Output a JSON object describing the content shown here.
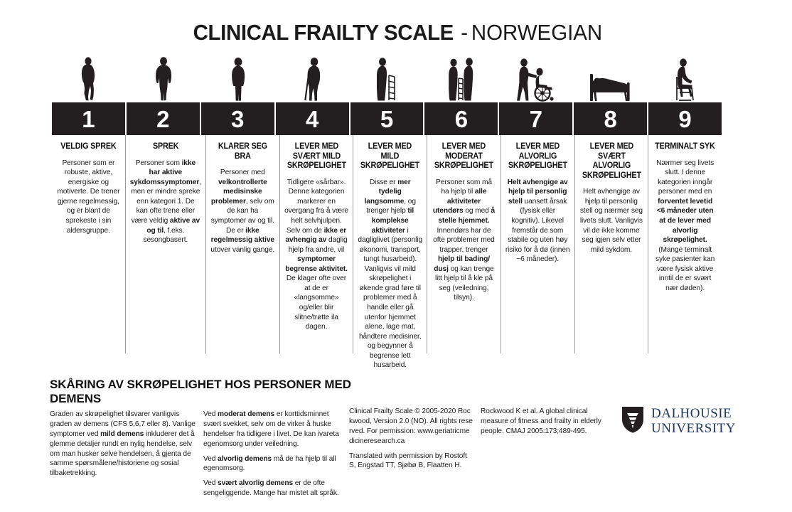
{
  "title": {
    "bold_part": "CLINICAL FRAILTY SCALE",
    "separator": " - ",
    "light_part": "NORWEGIAN"
  },
  "colors": {
    "header_bar": "#231f20",
    "text": "#1a1a1a",
    "divider": "#9a9a9a",
    "logo_navy": "#1f3864"
  },
  "scale": [
    {
      "number": "1",
      "icon": "walking-person-icon",
      "title": "VELDIG SPREK",
      "body_html": "Personer som er robuste, aktive, energiske og motiverte. De trener gjerne regelmessig, og er blant de sprekeste i sin aldersgruppe."
    },
    {
      "number": "2",
      "icon": "standing-person-arms-icon",
      "title": "SPREK",
      "body_html": "Personer som <b>ikke har aktive sykdomssymptomer</b>, men er mindre spreke enn kategori 1. De kan ofte trene eller være veldig <b>aktive av og til</b>, f.eks. sesongbasert."
    },
    {
      "number": "3",
      "icon": "standing-person-icon",
      "title": "KLARER SEG BRA",
      "body_html": "Personer med <b>velkontrollerte medisinske problemer</b>, selv om de kan ha symptomer av og til. De er <b>ikke regelmessig aktive</b> utover vanlig gange."
    },
    {
      "number": "4",
      "icon": "person-with-cane-icon",
      "title": "LEVER MED SVÆRT MILD SKRØPELIGHET",
      "body_html": "Tidligere «sårbar». Denne kategorien markerer en overgang fra å være helt selvhjulpen. Selv om de <b>ikke er avhengig av</b> daglig hjelp fra andre, vil <b>symptomer begrense aktivitet.</b> De klager ofte over at de er «langsomme» og/eller blir slitne/trøtte ila dagen."
    },
    {
      "number": "5",
      "icon": "person-with-walker-icon",
      "title": "LEVER MED MILD SKRØPELIGHET",
      "body_html": "Disse er <b>mer tydelig langsomme</b>, og trenger hjelp <b>til komplekse aktiviteter</b> i dagliglivet (personlig økonomi, transport, tungt husarbeid). Vanligvis vil mild skrøpelighet i økende grad føre til problemer med å handle eller gå utenfor hjemmet alene, lage mat, håndtere medisiner, og begynner å begrense lett husarbeid."
    },
    {
      "number": "6",
      "icon": "two-people-walker-icon",
      "title": "LEVER MED MODERAT SKRØPELIGHET",
      "body_html": "Personer som må ha hjelp til <b>alle aktiviteter utendørs</b> og med <b>å stelle hjemmet.</b> Innendørs har de ofte problemer med trapper, trenger <b>hjelp til bading/ dusj</b> og kan trenge litt hjelp til å kle på seg (veiledning, tilsyn)."
    },
    {
      "number": "7",
      "icon": "wheelchair-assist-icon",
      "title": "LEVER MED ALVORLIG SKRØPELIGHET",
      "body_html": "<b>Helt avhengige av hjelp til personlig stell</b> uansett årsak (fysisk eller kognitiv). Likevel fremstår de som stabile og uten høy risiko for å dø (innen ~6 måneder)."
    },
    {
      "number": "8",
      "icon": "bed-icon",
      "title": "LEVER MED SVÆRT ALVORLIG SKRØPELIGHET",
      "body_html": "Helt avhengige av hjelp til personlig stell og nærmer seg livets slutt. Vanligvis vil de ikke komme seg igjen selv etter mild sykdom."
    },
    {
      "number": "9",
      "icon": "seated-person-icon",
      "title": "TERMINALT SYK",
      "body_html": "Nærmer seg livets slutt. I denne kategorien inngår personer med en <b>forventet levetid &lt;6 måneder uten at de lever med alvorlig skrøpelighet.</b> (Mange terminalt syke pasienter kan være fysisk aktive inntil de er svært nær døden)."
    }
  ],
  "bottom": {
    "dementia_heading": "SKÅRING AV SKRØPELIGHET HOS PERSONER MED DEMENS",
    "dementia_col1_html": "Graden av skrøpelighet tilsvarer vanligvis graden av demens (CFS 5,6,7 eller 8). Vanlige symptomer ved <b>mild demens</b> inkluderer det å glemme detaljer rundt en nylig hendelse, selv om man husker selve hendelsen, å gjenta de samme spørsmålene/historiene og sosial tilbaketrekking.",
    "dementia_col2_html": [
      "Ved <b>moderat demens</b> er korttidsminnet svært svekket, selv om de virker å huske hendelser fra tidligere i livet. De kan ivareta egenomsorg under veiledning.",
      "Ved <b>alvorlig demens</b> må de ha hjelp til all egenomsorg.",
      "Ved <b>svært alvorlig demens</b> er de ofte sengeliggende. Mange har mistet alt språk."
    ],
    "copyright_html": [
      "Clinical Frailty Scale © 2005-2020 Rockwood, Version 2.0 (NO). All rights reserved. For permission: www.geriatricmedicineresearch.ca",
      "Translated with permission by Rostoft S, Engstad TT, Sjøbø B, Flaatten H."
    ],
    "citation_html": "Rockwood K et al. A global clinical measure of fitness and frailty in elderly people. CMAJ 2005:173;489-495.",
    "logo": {
      "icon": "dalhousie-shield-icon",
      "line1": "DALHOUSIE",
      "line2": "UNIVERSITY"
    }
  }
}
